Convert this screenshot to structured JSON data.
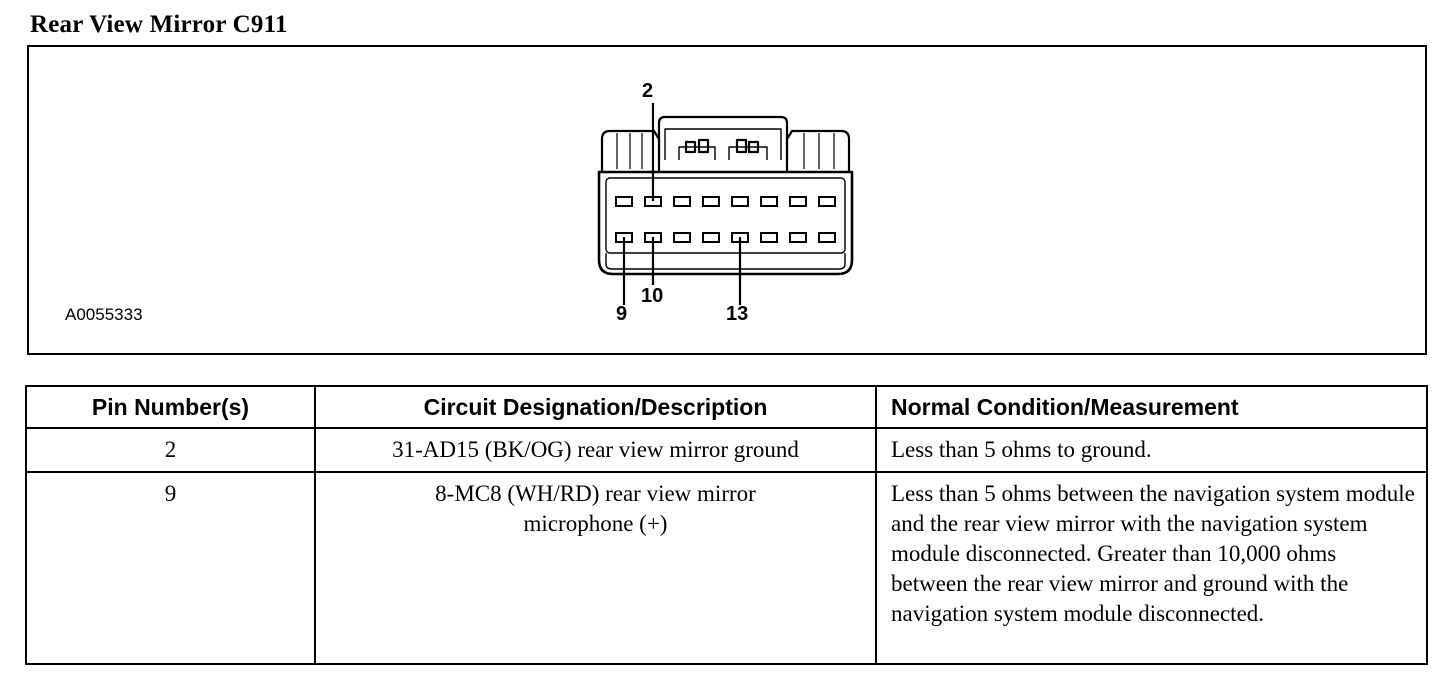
{
  "title": "Rear View Mirror C911",
  "figure": {
    "code": "A0055333",
    "pin_labels": {
      "pin2": "2",
      "pin9": "9",
      "pin10": "10",
      "pin13": "13"
    }
  },
  "table": {
    "headers": {
      "pin": "Pin Number(s)",
      "circuit": "Circuit Designation/Description",
      "condition": "Normal Condition/Measurement"
    },
    "rows": [
      {
        "pin": "2",
        "circuit_lines": [
          "31-AD15 (BK/OG) rear view mirror ground"
        ],
        "condition": "Less than 5 ohms to ground."
      },
      {
        "pin": "9",
        "circuit_lines": [
          "8-MC8 (WH/RD) rear view mirror",
          "microphone (+)"
        ],
        "condition": "Less than 5 ohms between the navigation system module and the rear view mirror with the navigation system module disconnected. Greater than 10,000 ohms between the rear view mirror and ground with the navigation system module disconnected."
      }
    ]
  }
}
